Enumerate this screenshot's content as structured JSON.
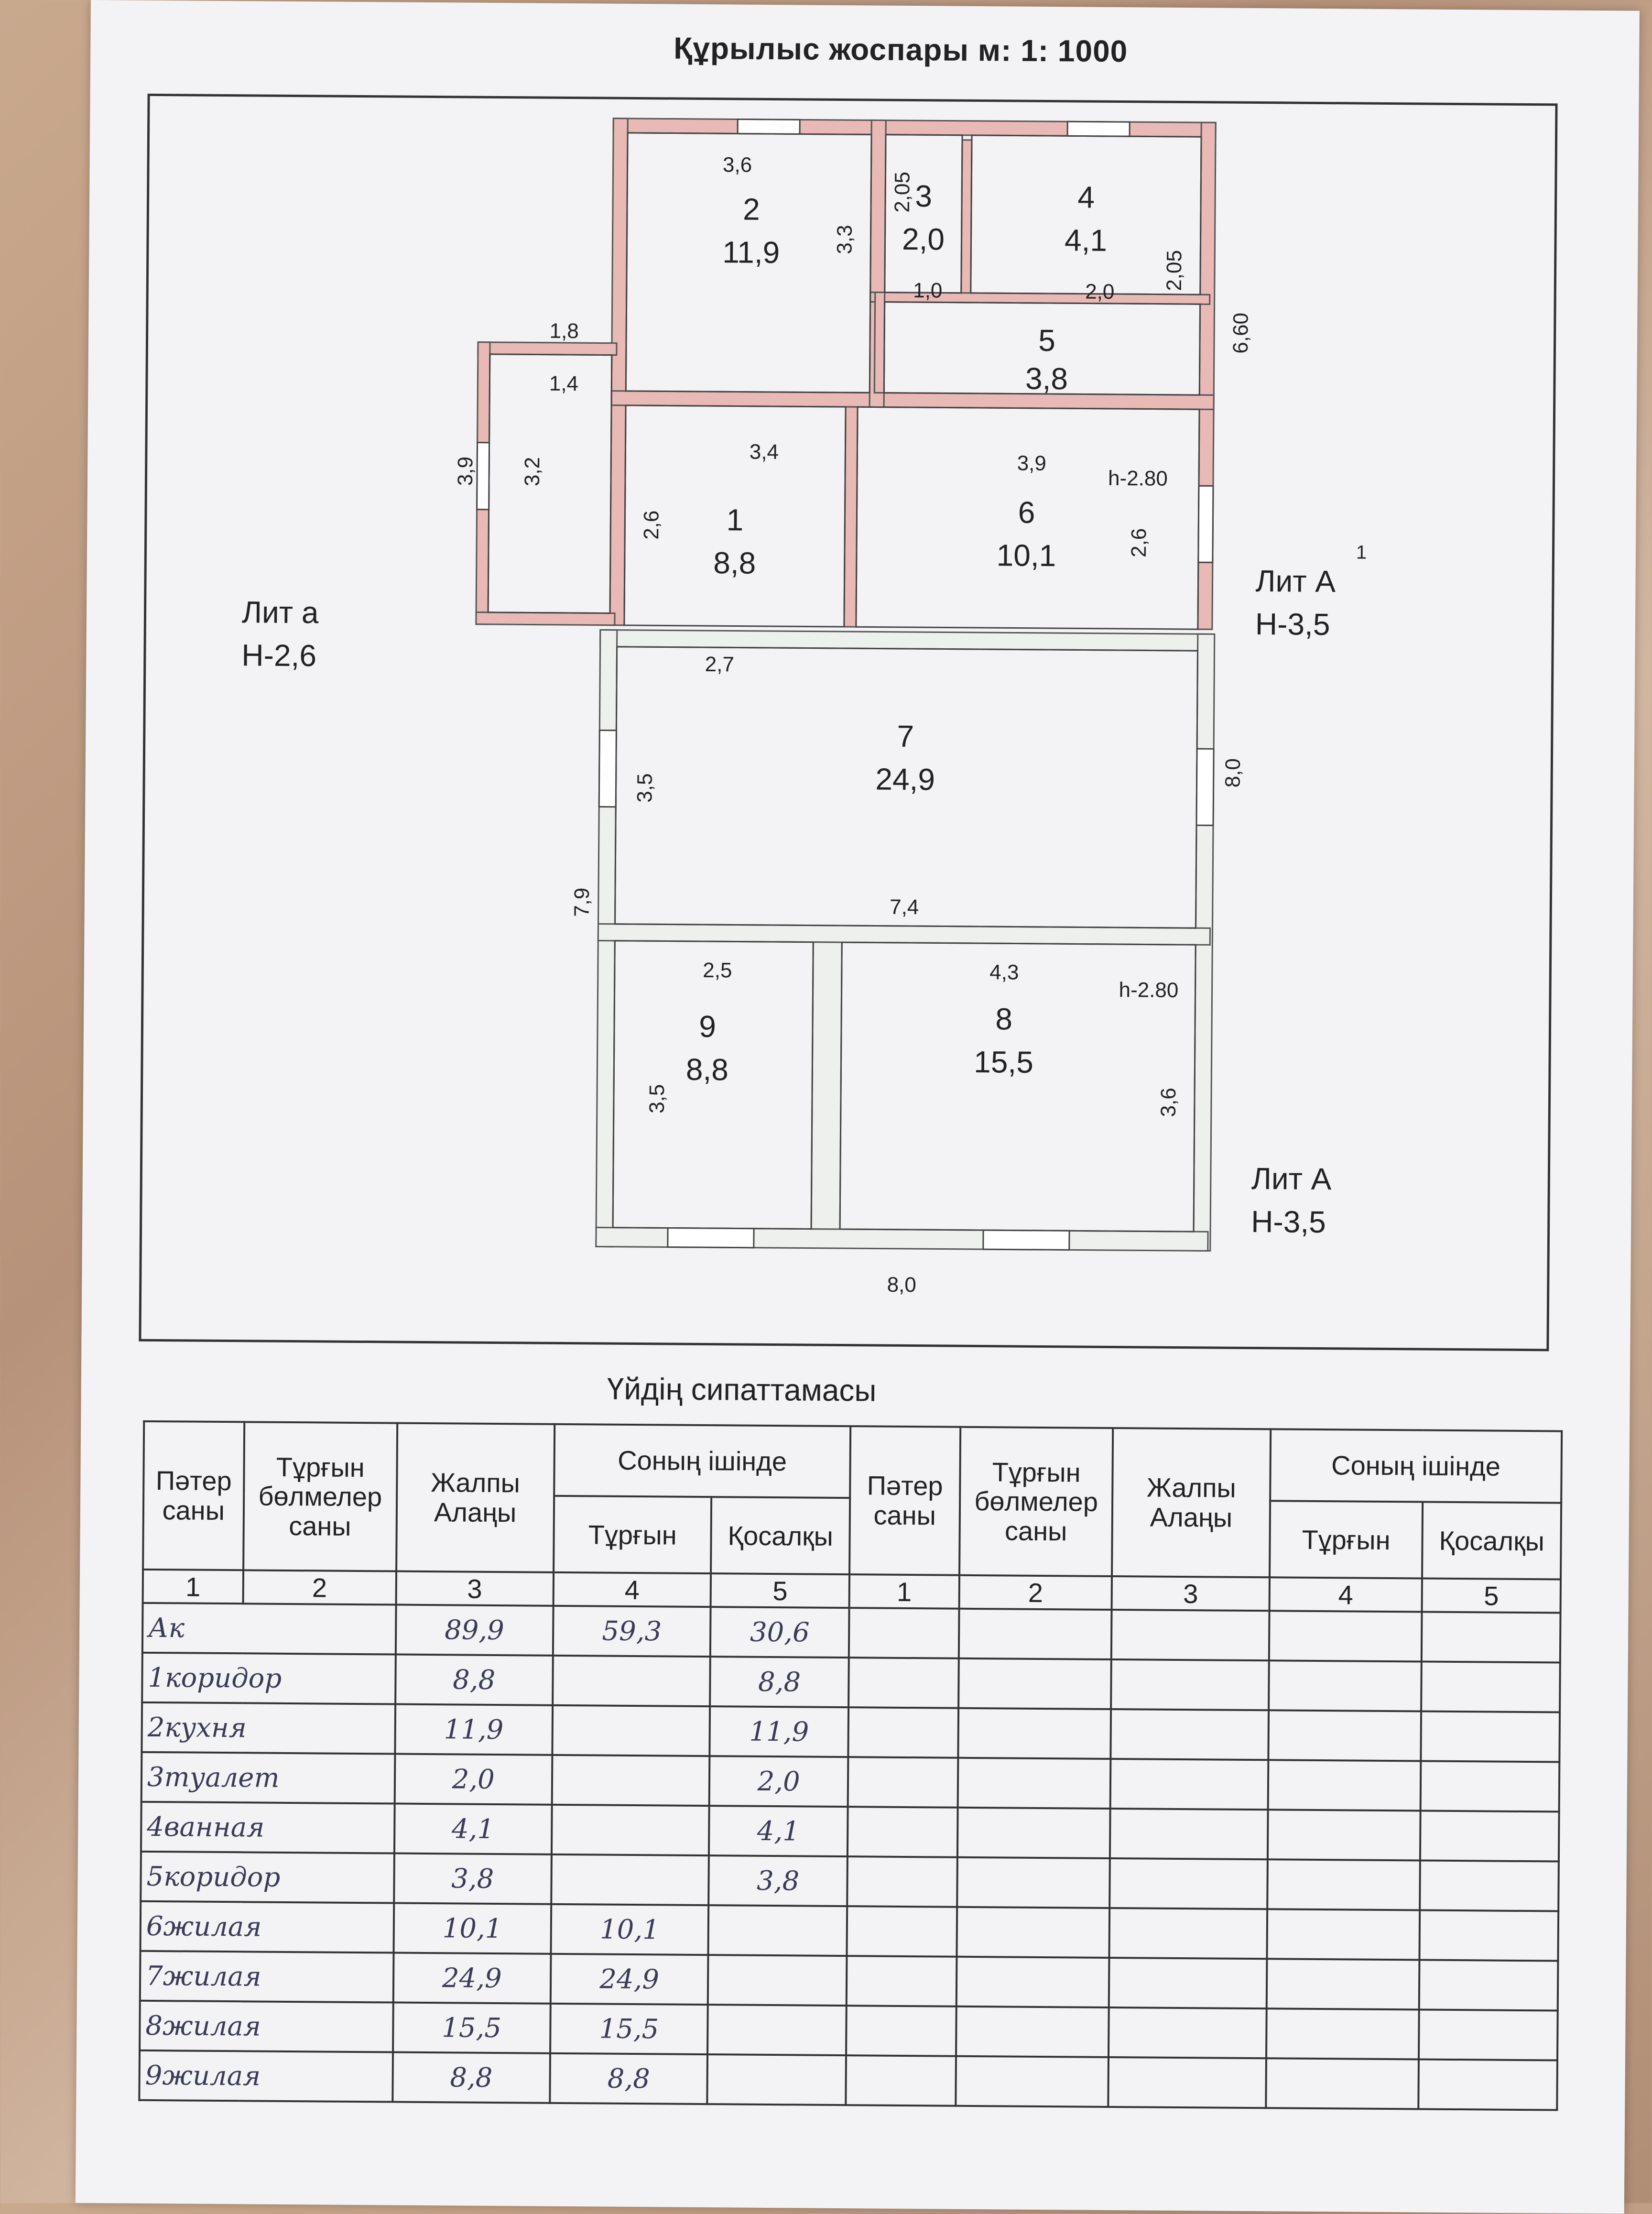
{
  "plan": {
    "title": "Құрылыс  жоспары м: 1: 1000",
    "lit_a_small": [
      "Лит а",
      "Н-2,6"
    ],
    "lit_a_upper": [
      "Лит А",
      "Н-3,5"
    ],
    "lit_a_upper_sup": "1",
    "lit_a_lower": [
      "Лит А",
      "Н-3,5"
    ],
    "rooms": [
      {
        "num": "1",
        "area": "8,8"
      },
      {
        "num": "2",
        "area": "11,9"
      },
      {
        "num": "3",
        "area": "2,0"
      },
      {
        "num": "4",
        "area": "4,1"
      },
      {
        "num": "5",
        "area": "3,8"
      },
      {
        "num": "6",
        "area": "10,1"
      },
      {
        "num": "7",
        "area": "24,9"
      },
      {
        "num": "8",
        "area": "15,5"
      },
      {
        "num": "9",
        "area": "8,8"
      }
    ],
    "dims": {
      "r2_w": "3,6",
      "r2_h": "3,3",
      "r3_h": "2,05",
      "r3_w": "1,0",
      "r4_w": "2,0",
      "r4_h": "2,05",
      "outer_right": "6,60",
      "porch_top": "1,8",
      "porch_inner": "1,4",
      "porch_out_h": "3,9",
      "porch_in_h": "3,2",
      "r1_w": "3,4",
      "r1_h": "2,6",
      "r6_w": "3,9",
      "r6_h": "2,6",
      "h_upper": "h-2.80",
      "r7_top": "2,7",
      "r7_h": "3,5",
      "r7_right": "8,0",
      "r7_bottom": "7,4",
      "left_total": "7,9",
      "r9_w": "2,5",
      "r9_h": "3,5",
      "r8_w": "4,3",
      "h_lower": "h-2.80",
      "r8_h": "3,6",
      "bottom_total": "8,0"
    }
  },
  "table": {
    "title": "Үйдің сипаттамасы",
    "headers": {
      "flats": "Пәтер саны",
      "rooms": "Тұрғын бөлмелер саны",
      "total": "Жалпы Алаңы",
      "of_which": "Соның ішінде",
      "living": "Тұрғын",
      "auxiliary": "Қосалқы"
    },
    "col_numbers": [
      "1",
      "2",
      "3",
      "4",
      "5",
      "1",
      "2",
      "3",
      "4",
      "5"
    ],
    "rows": [
      {
        "name": "Ак",
        "total": "89,9",
        "living": "59,3",
        "aux": "30,6"
      },
      {
        "name": "1коридор",
        "total": "8,8",
        "living": "",
        "aux": "8,8"
      },
      {
        "name": "2кухня",
        "total": "11,9",
        "living": "",
        "aux": "11,9"
      },
      {
        "name": "3туалет",
        "total": "2,0",
        "living": "",
        "aux": "2,0"
      },
      {
        "name": "4ванная",
        "total": "4,1",
        "living": "",
        "aux": "4,1"
      },
      {
        "name": "5коридор",
        "total": "3,8",
        "living": "",
        "aux": "3,8"
      },
      {
        "name": "6жилая",
        "total": "10,1",
        "living": "10,1",
        "aux": ""
      },
      {
        "name": "7жилая",
        "total": "24,9",
        "living": "24,9",
        "aux": ""
      },
      {
        "name": "8жилая",
        "total": "15,5",
        "living": "15,5",
        "aux": ""
      },
      {
        "name": "9жилая",
        "total": "8,8",
        "living": "8,8",
        "aux": ""
      }
    ]
  }
}
